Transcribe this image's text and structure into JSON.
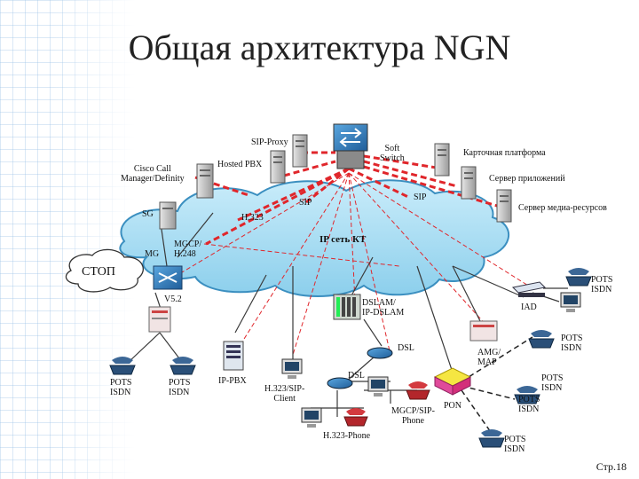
{
  "title": "Общая архитектура NGN",
  "page_number": "Стр.18",
  "cloud_label": "IP сеть КТ",
  "stop_label": "СТОП",
  "labels": {
    "sip_proxy": "SIP-Proxy",
    "soft_switch": "Soft\nSwitch",
    "hosted_pbx": "Hosted PBX",
    "cisco": "Cisco Call\nManager/Definity",
    "card_platform": "Карточная платформа",
    "app_server": "Сервер приложений",
    "media_server": "Сервер медиа-ресурсов",
    "sip_left": "SIP",
    "sip_right": "SIP",
    "sg": "SG",
    "h323": "H.323",
    "mgcp": "MGCP/\nH.248",
    "mg": "MG",
    "v52": "V5.2",
    "pots_isdn_right": "POTS\nISDN",
    "iad": "IAD",
    "dslam": "DSLAM/\nIP-DSLAM",
    "dsl_upper": "DSL",
    "dsl_lower": "DSL",
    "amg": "AMG/\nMAP",
    "pots_isdn_amg": "POTS\nISDN",
    "pots_isdn_1": "POTS\nISDN",
    "pots_isdn_2": "POTS\nISDN",
    "ip_pbx": "IP-PBX",
    "h323_client": "H.323/SIP-\nClient",
    "mgcp_phone": "MGCP/SIP-\nPhone",
    "pon": "PON",
    "pots_isdn_pon1": "POTS\nISDN",
    "pots_isdn_pon2": "POTS\nISDN",
    "h323_phone": "H.323-Phone",
    "pots_isdn_pon3": "POTS\nISDN"
  },
  "colors": {
    "cloud": "#9fd6ef",
    "cloud_stroke": "#3b8fc0",
    "signal_line": "#e0262b",
    "media_line": "#3a3a3a",
    "server": "#c9c9c9",
    "phone": "#2a4f78",
    "router": "#2b78b8"
  }
}
